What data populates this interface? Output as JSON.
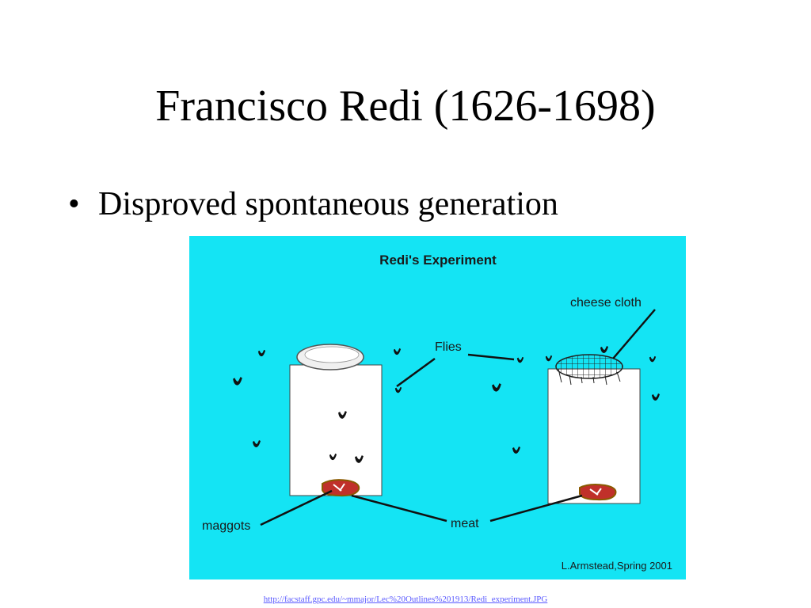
{
  "slide": {
    "title": "Francisco Redi (1626-1698)",
    "bullets": [
      "Disproved spontaneous generation"
    ],
    "source_link": "http://facstaff.gpc.edu/~mmajor/Lec%20Outlines%201913/Redi_experiment.JPG"
  },
  "figure": {
    "title": "Redi's Experiment",
    "labels": {
      "cheese_cloth": "cheese cloth",
      "flies": "Flies",
      "maggots": "maggots",
      "meat": "meat",
      "credit": "L.Armstead,Spring 2001"
    },
    "colors": {
      "background": "#14E4F4",
      "jar": "#ffffff",
      "meat": "#c0302a",
      "fly": "#111111"
    },
    "icons": [
      "fly-icon",
      "meat-icon",
      "jar-lid-icon",
      "cheese-cloth-icon"
    ]
  }
}
